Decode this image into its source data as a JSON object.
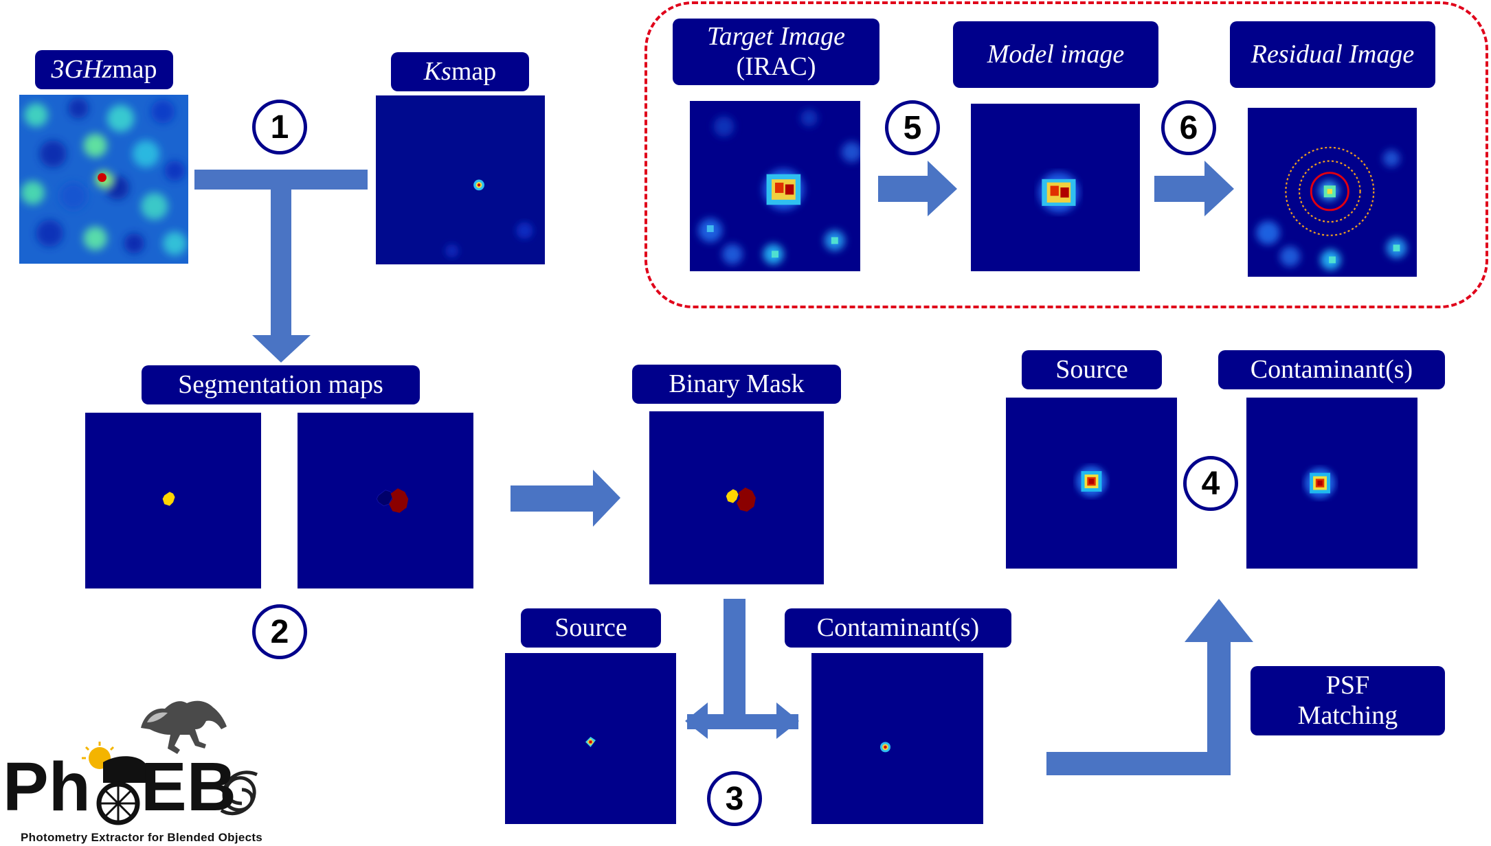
{
  "labels": {
    "map_3ghz_a": "3GHz",
    "map_3ghz_b": " map",
    "map_ks_a": "Ks",
    "map_ks_b": " map",
    "segmentation_maps": "Segmentation maps",
    "binary_mask": "Binary Mask",
    "source_left": "Source",
    "contaminants_left": "Contaminant(s)",
    "source_right": "Source",
    "contaminants_right": "Contaminant(s)",
    "psf_matching_1": "PSF",
    "psf_matching_2": "Matching",
    "target_image_1": "Target Image",
    "target_image_2": "(IRAC)",
    "model_image": "Model image",
    "residual_image": "Residual Image"
  },
  "steps": [
    "1",
    "2",
    "3",
    "4",
    "5",
    "6"
  ],
  "logo": {
    "word_a": "Ph",
    "word_b": "EB",
    "subtitle": "Photometry Extractor for Blended Objects"
  },
  "colors": {
    "label_bg": "#00008b",
    "arrow": "#4a74c4",
    "dashed_border": "#e0001a",
    "map_bg": "#00008b"
  },
  "icons": {
    "source_marker": "red-circle",
    "apertures": "dotted-orange-annuli"
  }
}
